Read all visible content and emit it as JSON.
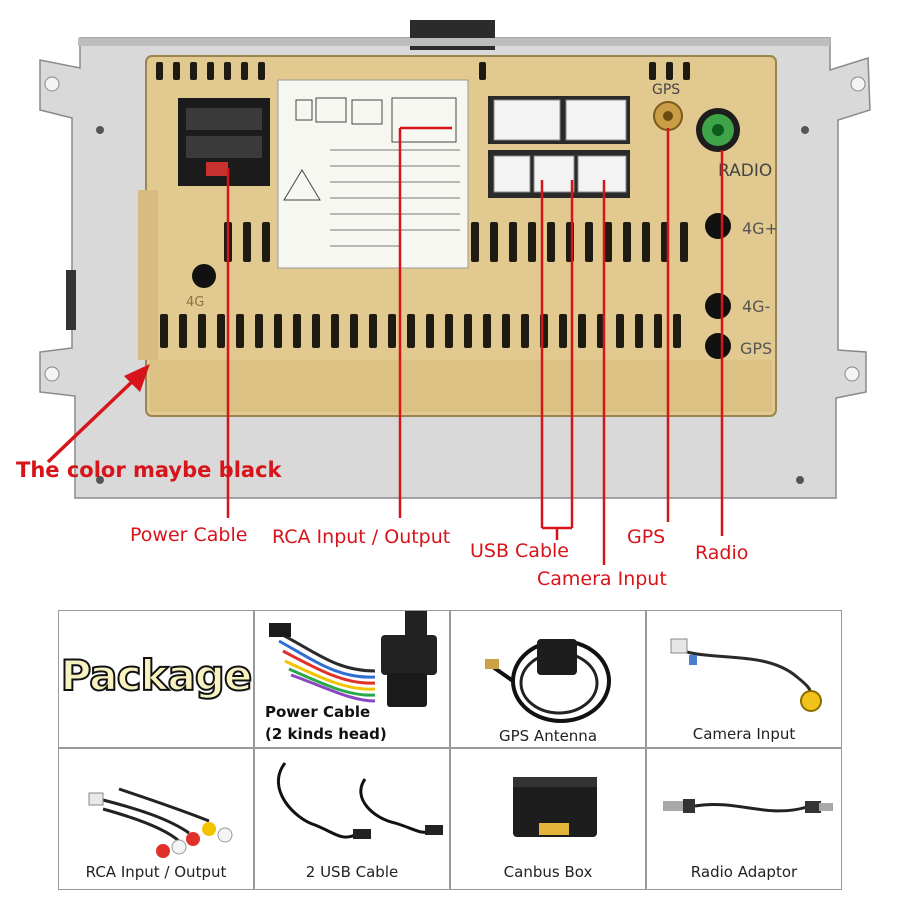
{
  "callouts": {
    "note": "The color maybe black",
    "power_cable": "Power Cable",
    "rca": "RCA Input / Output",
    "usb": "USB Cable",
    "gps": "GPS",
    "camera": "Camera Input",
    "radio": "Radio"
  },
  "panel_markings": {
    "gps_port": "GPS",
    "radio_port": "RADIO",
    "port_4g_plus": "4G+",
    "port_4g_minus": "4G-",
    "port_gps_lower": "GPS",
    "left_4g": "4G"
  },
  "package": {
    "title": "Package",
    "power_cable_line1": "Power Cable",
    "power_cable_line2": "(2 kinds head)",
    "items": [
      {
        "label": "GPS Antenna"
      },
      {
        "label": "Camera Input"
      },
      {
        "label": "RCA Input / Output"
      },
      {
        "label": "2 USB Cable"
      },
      {
        "label": "Canbus Box"
      },
      {
        "label": "Radio Adaptor"
      }
    ]
  },
  "colors": {
    "accent_red": "#d7141a",
    "panel_gold": "#e2c98f",
    "frame_silver": "#d8d8d8"
  }
}
